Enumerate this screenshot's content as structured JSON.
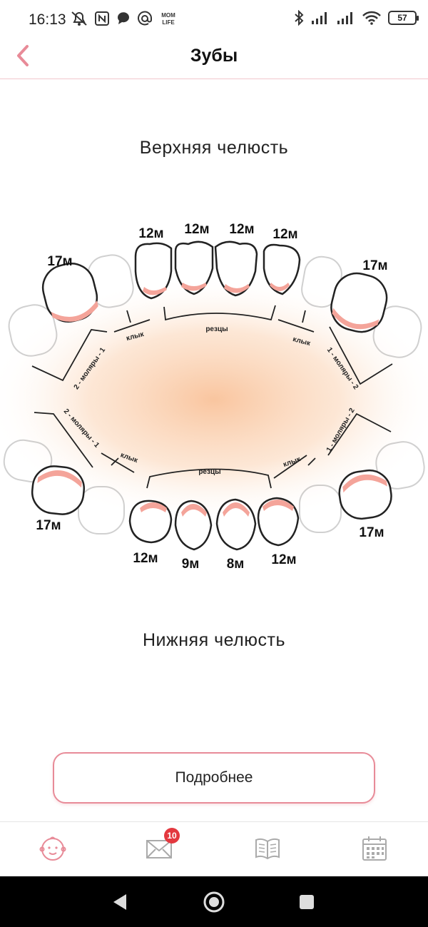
{
  "status_bar": {
    "time": "16:13",
    "notification_icons": [
      "muted-alarm-icon",
      "nfc-icon",
      "chat-icon",
      "at-icon",
      "momlife-icon"
    ],
    "momlife_text": "MOM LIFE",
    "battery": "57"
  },
  "header": {
    "title": "Зубы",
    "accent": "#e88b98"
  },
  "upper_jaw": {
    "title": "Верхняя челюсть",
    "teeth_ages": [
      "17м",
      "12м",
      "12м",
      "12м",
      "12м",
      "17м"
    ],
    "groups": [
      "2 - моляры - 1",
      "клык",
      "резцы",
      "клык",
      "1 - моляры - 2"
    ]
  },
  "lower_jaw": {
    "title": "Нижняя челюсть",
    "teeth_ages": [
      "17м",
      "12м",
      "9м",
      "8м",
      "12м",
      "17м"
    ],
    "groups": [
      "2 - моляры - 1",
      "клык",
      "резцы",
      "клык",
      "1 - моляры - 2"
    ]
  },
  "more_button": {
    "label": "Подробнее"
  },
  "bottom_nav": {
    "items": [
      "baby-icon",
      "mail-icon",
      "book-icon",
      "calendar-icon"
    ],
    "mail_badge": "10"
  }
}
